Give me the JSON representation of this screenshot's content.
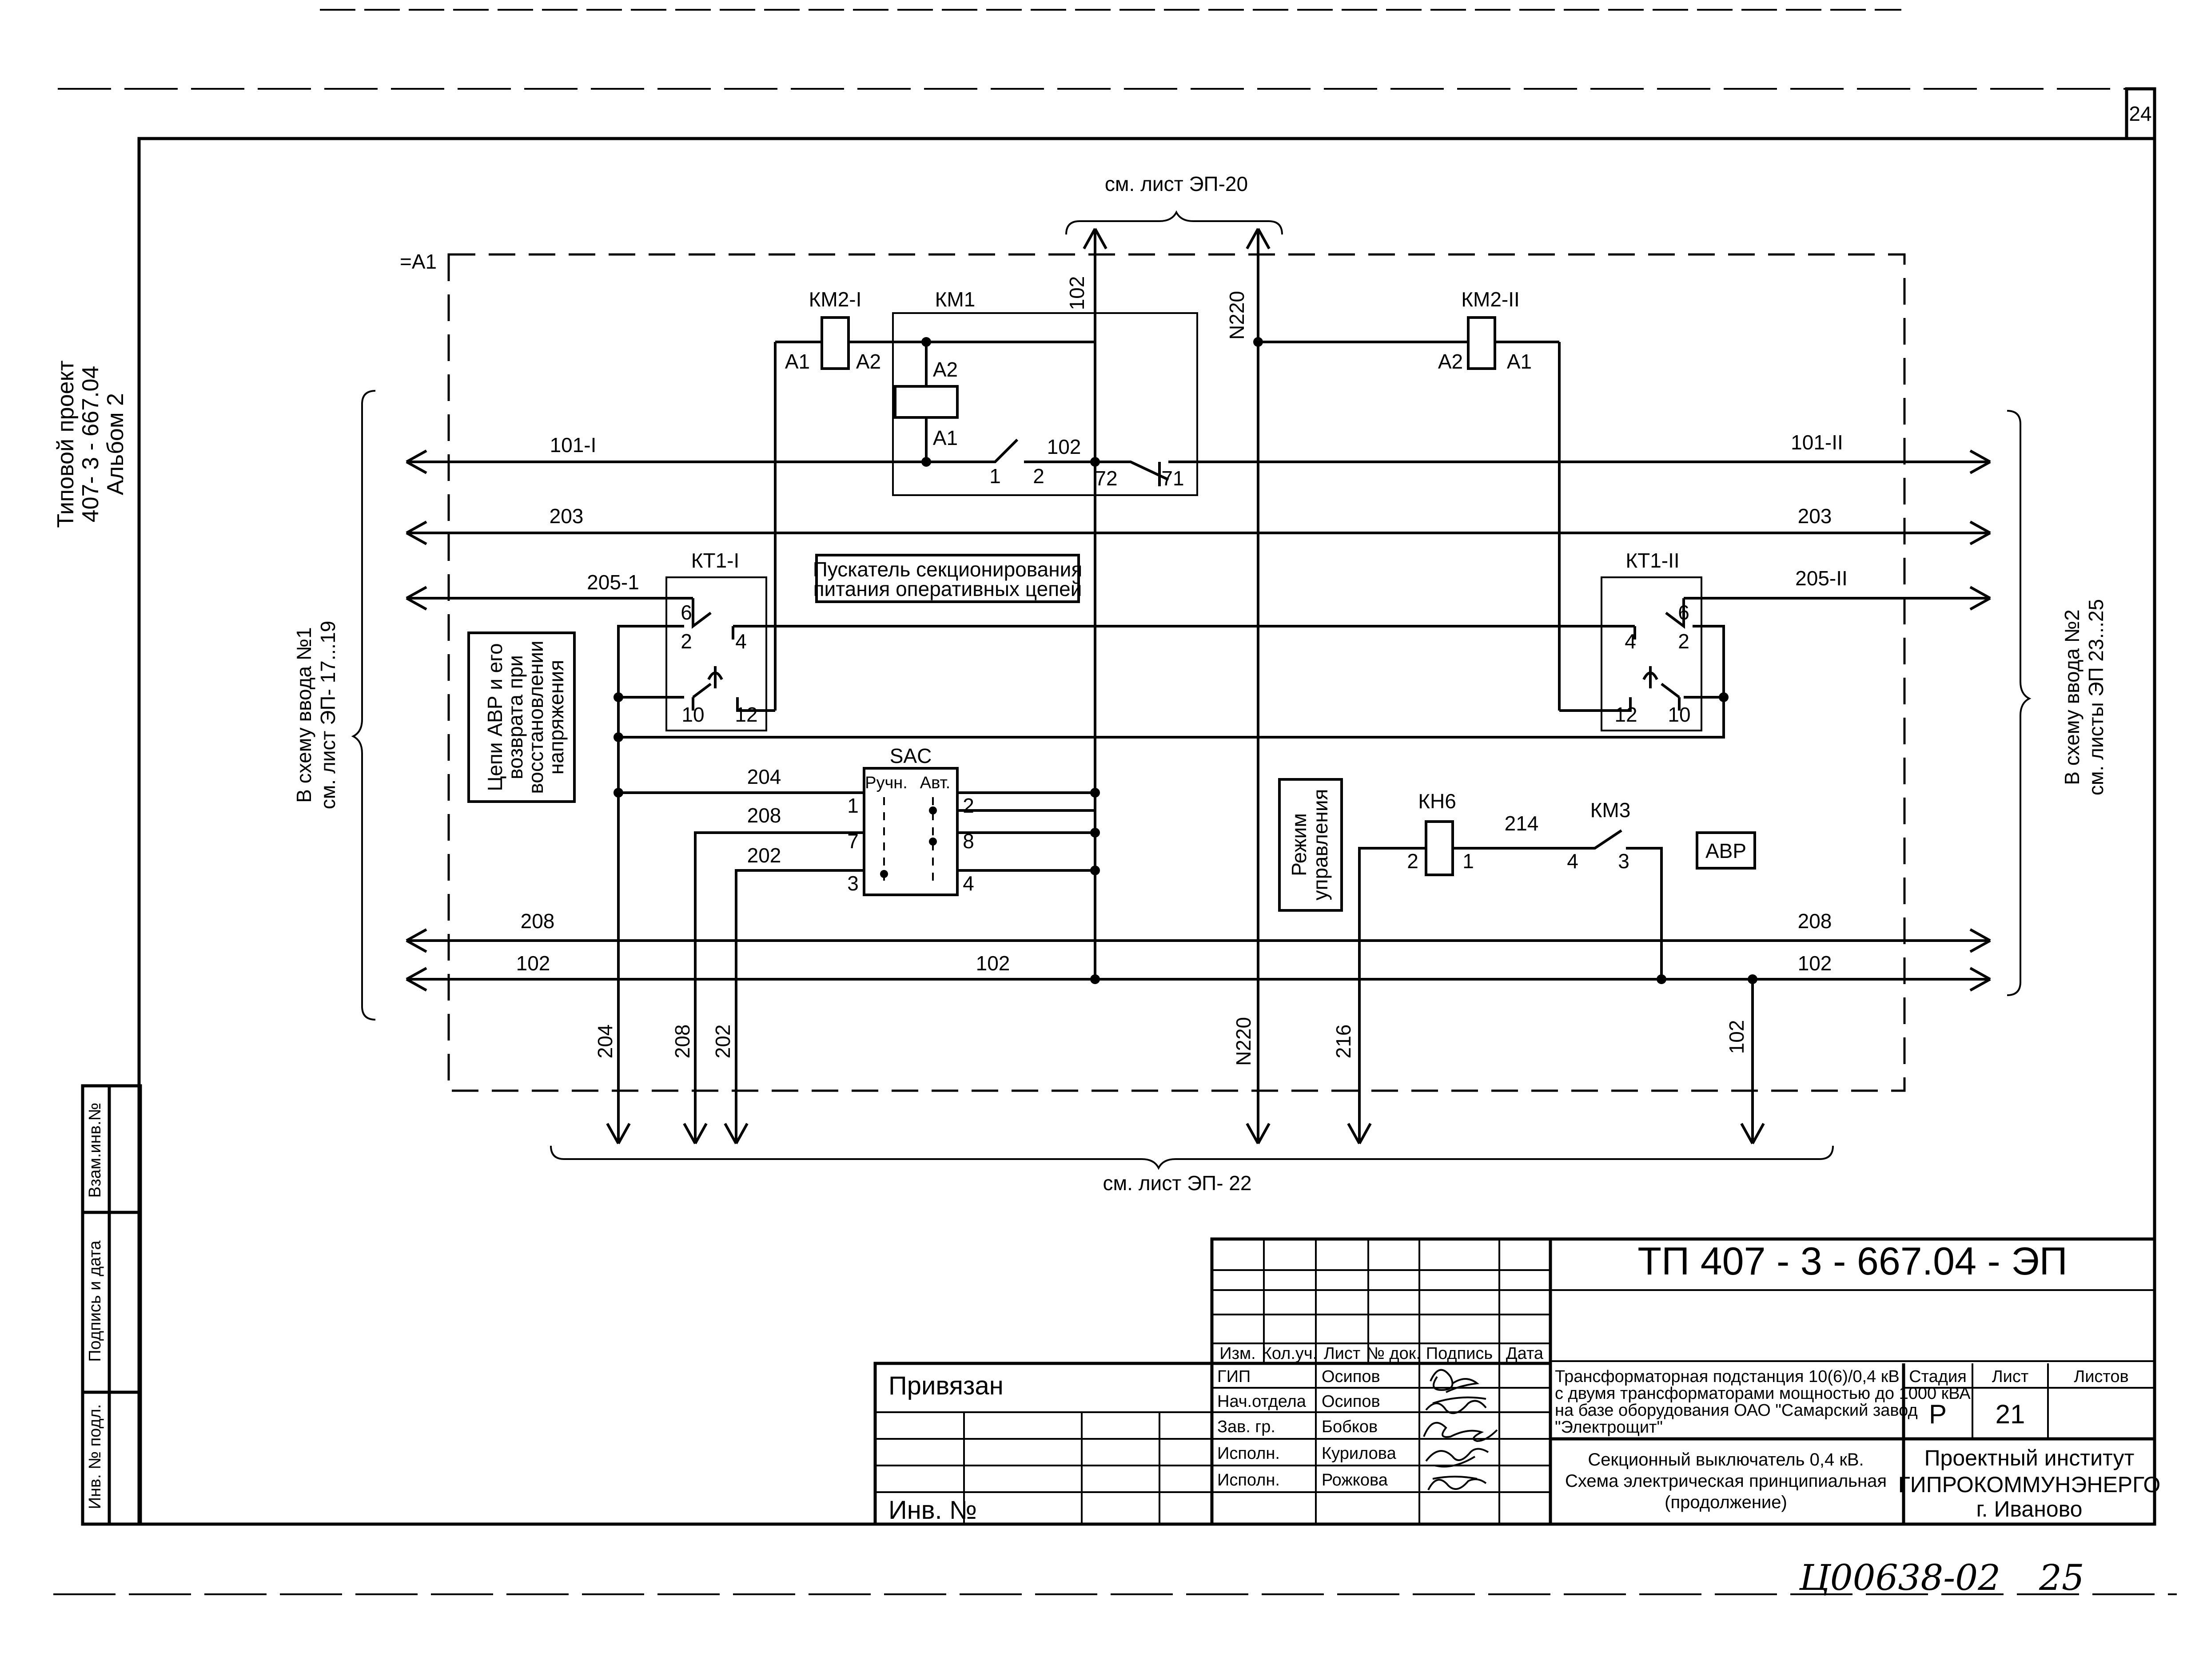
{
  "sheet": {
    "page_number": "24",
    "vertical_title": [
      "Типовой проект",
      "407- 3 - 667.04",
      "Альбом 2"
    ],
    "unit_label": "=А1",
    "ref_top": "см. лист ЭП-20",
    "ref_bottom": "см. лист ЭП- 22",
    "ref_left": [
      "В схему ввода №1",
      "см. лист ЭП- 17...19"
    ],
    "ref_right": [
      "В схему ввода №2",
      "см. листы ЭП 23...25"
    ],
    "note_starter": [
      "Пускатель секционирования",
      "питания оперативных цепей"
    ],
    "note_avr": [
      "Цепи АВР и его",
      "возврата при",
      "восстановлении",
      "напряжения"
    ],
    "note_mode": [
      "Режим",
      "управления"
    ],
    "avr_box": "АВР",
    "handwritten_number": "Ц00638-02",
    "handwritten_sheet": "25"
  },
  "wires": {
    "w101_left": "101-I",
    "w101_right": "101-II",
    "w203_left": "203",
    "w203_right": "203",
    "w205_left": "205-1",
    "w205_right": "205-II",
    "w208_left": "208",
    "w208_right": "208",
    "w102_left": "102",
    "w102_mid": "102",
    "w102_right": "102",
    "w204": "204",
    "w208b": "208",
    "w202": "202",
    "w214": "214",
    "v102_top": "102",
    "vN220_top": "N220",
    "v204": "204",
    "v208": "208",
    "v202": "202",
    "vN220_bottom": "N220",
    "v216": "216",
    "v102_bottom": "102",
    "km1_102": "102"
  },
  "components": {
    "km2_1": {
      "name": "КМ2-I",
      "a1": "А1",
      "a2": "А2"
    },
    "km1": {
      "name": "КМ1",
      "a2": "А2",
      "a1": "А1",
      "c1": "1",
      "c2": "2",
      "c72": "72",
      "c71": "71"
    },
    "km2_2": {
      "name": "КМ2-II",
      "a2": "А2",
      "a1": "А1"
    },
    "kt1_1": {
      "name": "КТ1-I",
      "p6": "6",
      "p2": "2",
      "p4": "4",
      "p10": "10",
      "p12": "12"
    },
    "kt1_2": {
      "name": "КТ1-II",
      "p6": "6",
      "p4": "4",
      "p2": "2",
      "p12": "12",
      "p10": "10"
    },
    "sac": {
      "name": "SAC",
      "manual": "Ручн.",
      "auto": "Авт.",
      "p1": "1",
      "p2": "2",
      "p7": "7",
      "p8": "8",
      "p3": "3",
      "p4": "4"
    },
    "kh6": {
      "name": "КН6",
      "p2": "2",
      "p1": "1"
    },
    "km3": {
      "name": "КМ3",
      "p4": "4",
      "p3": "3"
    }
  },
  "stamp": {
    "doc_code": "ТП  407 - 3 - 667.04 - ЭП",
    "header": [
      "Изм.",
      "Кол.уч.",
      "Лист",
      "№ док.",
      "Подпись",
      "Дата"
    ],
    "rows": [
      {
        "role": "ГИП",
        "name": "Осипов"
      },
      {
        "role": "Нач.отдела",
        "name": "Осипов"
      },
      {
        "role": "Зав. гр.",
        "name": "Бобков"
      },
      {
        "role": "Исполн.",
        "name": "Курилова"
      },
      {
        "role": "Исполн.",
        "name": "Рожкова"
      }
    ],
    "bound": "Привязан",
    "inv_no": "Инв. №",
    "object_title": [
      "Трансформаторная подстанция 10(6)/0,4 кВ",
      "с двумя трансформаторами мощностью до 1000 кВА",
      "на базе оборудования ОАО \"Самарский завод",
      "\"Электрощит\""
    ],
    "drawing_title": [
      "Секционный выключатель 0,4 кВ.",
      "Схема электрическая принципиальная",
      "(продолжение)"
    ],
    "stage_label": "Стадия",
    "sheet_label": "Лист",
    "sheets_label": "Листов",
    "stage_value": "Р",
    "sheet_value": "21",
    "org": [
      "Проектный институт",
      "ГИПРОКОММУНЭНЕРГО",
      "г. Иваново"
    ]
  },
  "side_stamp": [
    "Взам.инв.№",
    "Подпись и дата",
    "Инв. № подл."
  ]
}
